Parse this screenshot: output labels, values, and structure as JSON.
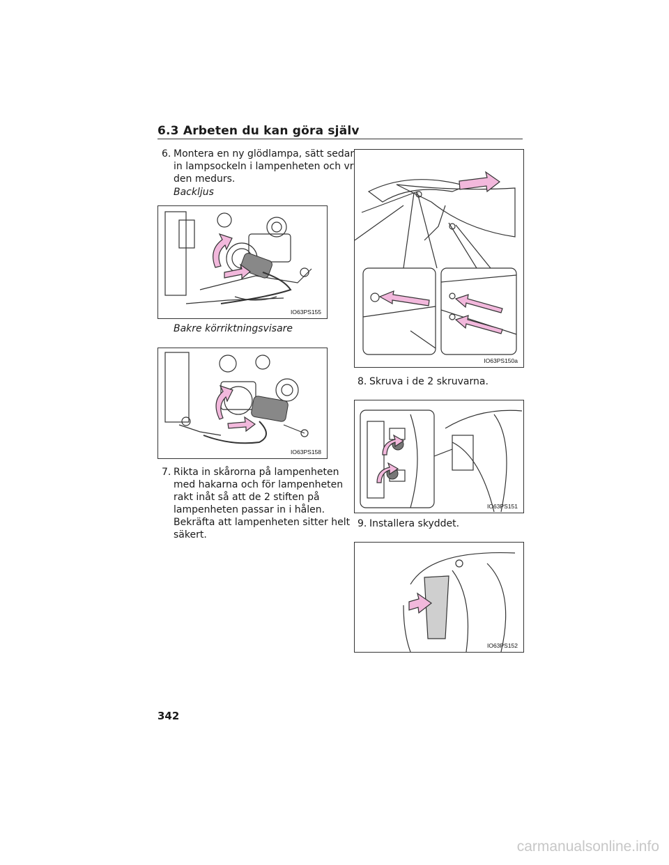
{
  "section_title": "6.3 Arbeten du kan göra själv",
  "steps": [
    {
      "num": "6.",
      "lines": [
        "Montera en ny glödlampa, sätt sedan",
        "in lampsockeln i lampenheten och vrid",
        "den medurs."
      ]
    },
    {
      "num": "7.",
      "lines": [
        "Rikta in skårorna på lampenheten",
        "med hakarna och för lampenheten",
        "rakt inåt så att de 2 stiften på",
        "lampenheten passar in i hålen.",
        "Bekräfta att lampenheten sitter helt",
        "säkert."
      ]
    },
    {
      "num": "8.",
      "lines": [
        "Skruva i de 2 skruvarna."
      ]
    },
    {
      "num": "9.",
      "lines": [
        "Installera skyddet."
      ]
    }
  ],
  "captions": {
    "backljus": "Backljus",
    "bakre": "Bakre körriktningsvisare"
  },
  "figures": {
    "fig155": "IO63PS155",
    "fig158": "IO63PS158",
    "fig150": "IO63PS150a",
    "fig151": "IO63PS151",
    "fig152": "IO63PS152"
  },
  "page_number": "342",
  "watermark": "carmanualsonline.info",
  "colors": {
    "arrow_fill": "#f2b8dc",
    "arrow_stroke": "#333333",
    "line": "#333333"
  }
}
